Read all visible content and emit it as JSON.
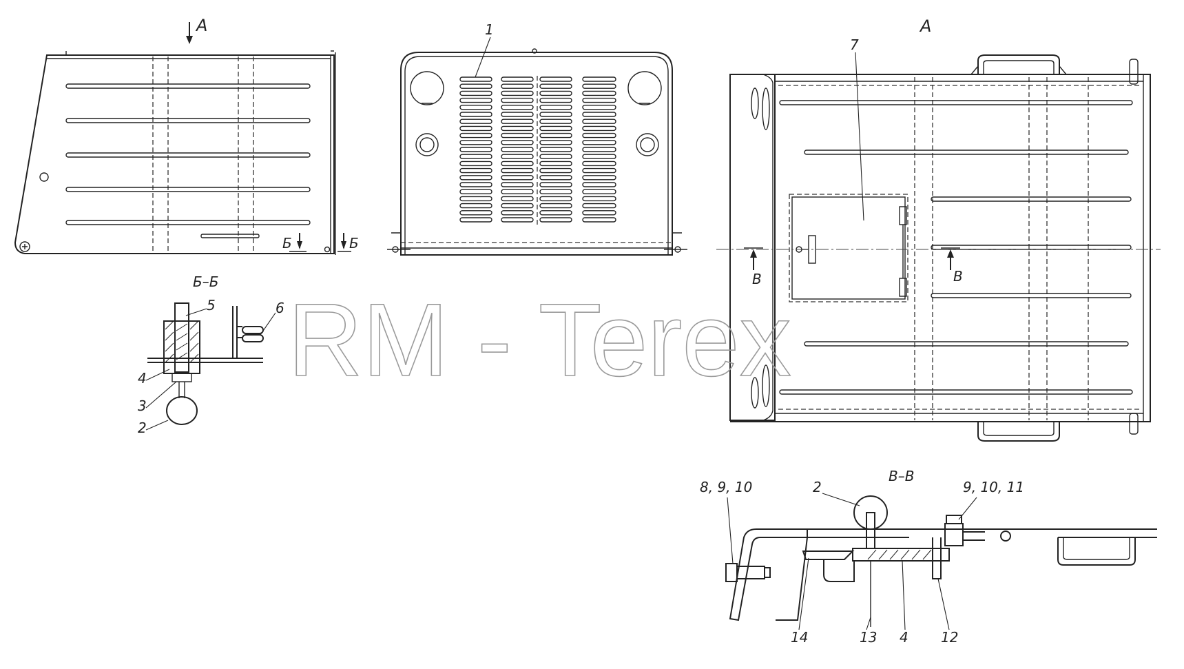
{
  "watermark": "RM - Terex",
  "views": {
    "view_a_marker": "А",
    "view_a_title": "А",
    "section_bb_title": "Б–Б",
    "section_bb_marker_1": "Б",
    "section_bb_marker_2": "Б",
    "section_vv_title": "В–В",
    "section_vv_marker_1": "В",
    "section_vv_marker_2": "В"
  },
  "callouts": {
    "front_panel": "1",
    "bb_5": "5",
    "bb_6": "6",
    "bb_4": "4",
    "bb_3": "3",
    "bb_2": "2",
    "plan_7": "7",
    "vv_8_9_10": "8, 9, 10",
    "vv_2": "2",
    "vv_9_10_11": "9, 10, 11",
    "vv_14": "14",
    "vv_13": "13",
    "vv_4": "4",
    "vv_12": "12"
  }
}
